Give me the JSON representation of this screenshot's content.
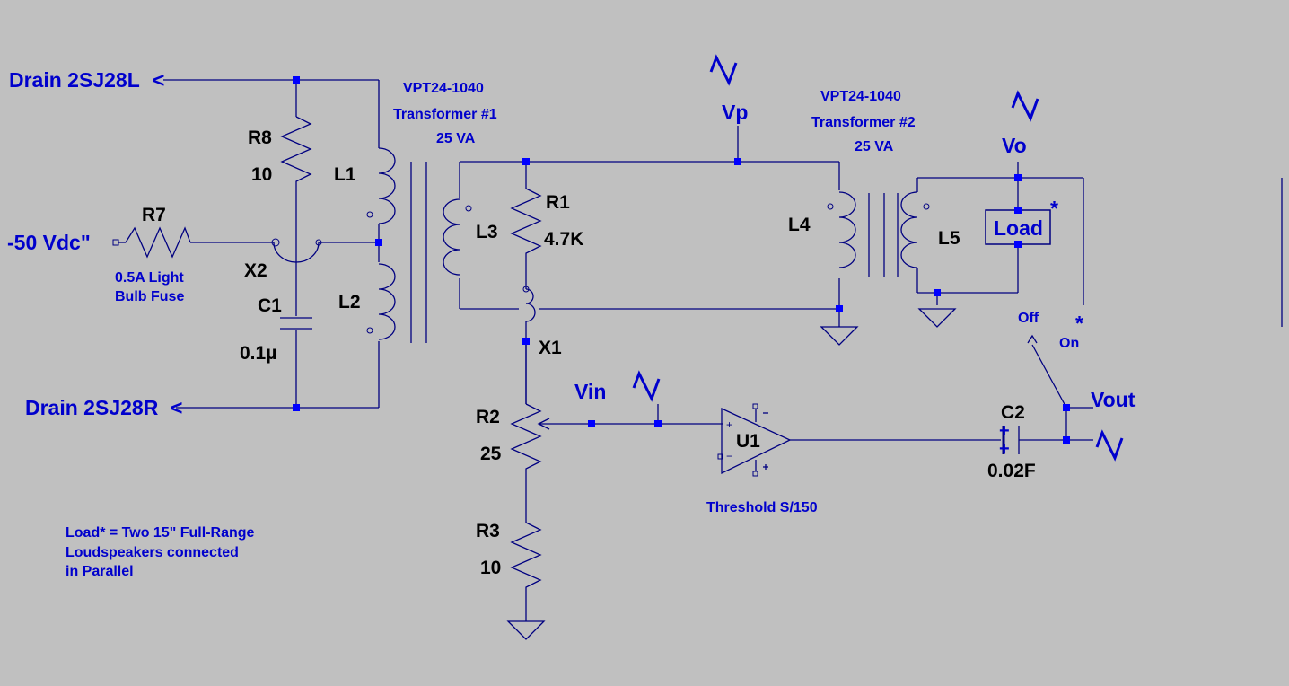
{
  "nets": {
    "drain_l": "Drain 2SJ28L",
    "drain_r": "Drain 2SJ28R",
    "supply": "-50 Vdc\"",
    "vp": "Vp",
    "vo": "Vo",
    "vin": "Vin",
    "vout": "Vout",
    "arrow": "<"
  },
  "components": {
    "r8": {
      "ref": "R8",
      "value": "10"
    },
    "r7": {
      "ref": "R7"
    },
    "r1": {
      "ref": "R1",
      "value": "4.7K"
    },
    "r2": {
      "ref": "R2",
      "value": "25"
    },
    "r3": {
      "ref": "R3",
      "value": "10"
    },
    "c1": {
      "ref": "C1",
      "value": "0.1µ"
    },
    "c2": {
      "ref": "C2",
      "value": "0.02F"
    },
    "l1": {
      "ref": "L1"
    },
    "l2": {
      "ref": "L2"
    },
    "l3": {
      "ref": "L3"
    },
    "l4": {
      "ref": "L4"
    },
    "l5": {
      "ref": "L5"
    },
    "x1": {
      "ref": "X1"
    },
    "x2": {
      "ref": "X2"
    },
    "u1": {
      "ref": "U1",
      "model": "Threshold S/150"
    },
    "load": {
      "ref": "Load",
      "mark": "*"
    }
  },
  "notes": {
    "fuse_line1": "0.5A Light",
    "fuse_line2": "Bulb Fuse",
    "t1_line1": "VPT24-1040",
    "t1_line2": "Transformer #1",
    "t1_line3": "25 VA",
    "t2_line1": "VPT24-1040",
    "t2_line2": "Transformer #2",
    "t2_line3": "25 VA",
    "switch_off": "Off",
    "switch_on": "On",
    "switch_mark": "*",
    "footnote_line1": "Load* = Two 15\" Full-Range",
    "footnote_line2": "Loudspeakers connected",
    "footnote_line3": "in Parallel"
  },
  "colors": {
    "background": "#c0c0c0",
    "wire": "#000080",
    "junction": "#0000ff",
    "net_label": "#0000cc",
    "component_label": "#000000"
  }
}
